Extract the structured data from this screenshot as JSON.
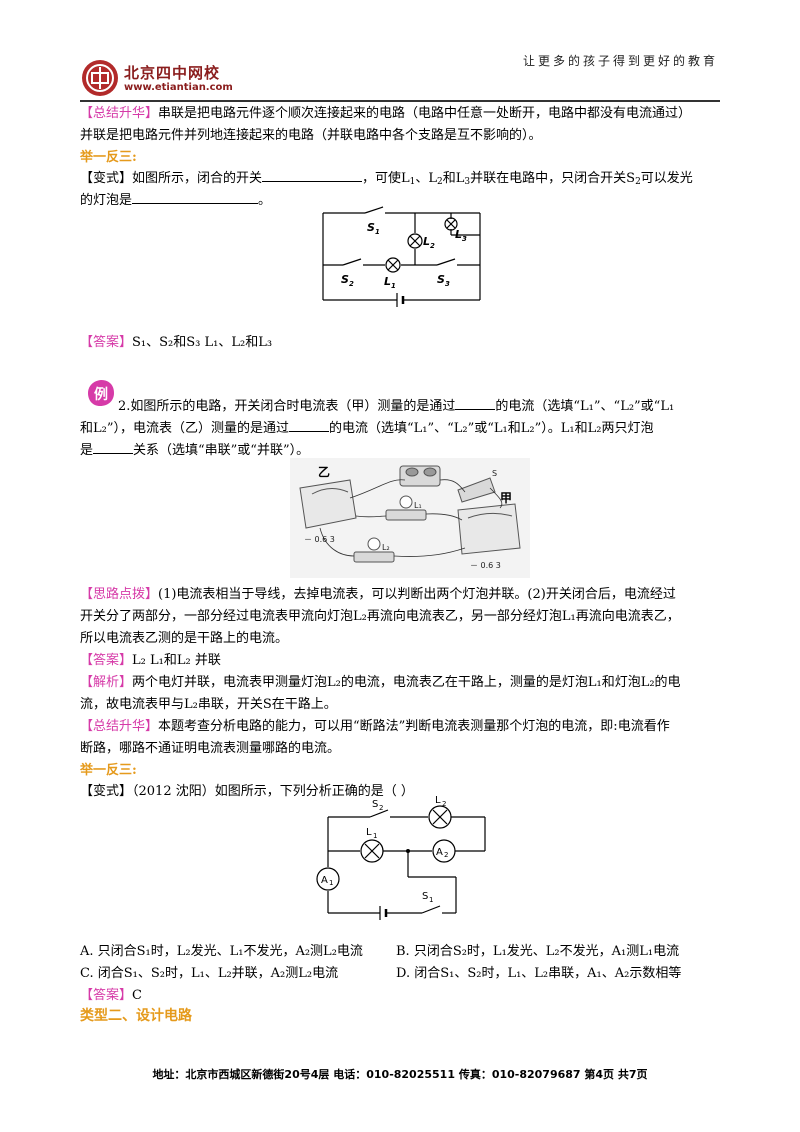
{
  "header": {
    "logo_text": "北京四中网校",
    "logo_url": "www.etiantian.com",
    "slogan": "让更多的孩子得到更好的教育"
  },
  "summary1": {
    "tag": "【总结升华】",
    "line1": "串联是把电路元件逐个顺次连接起来的电路（电路中任意一处断开，电路中都没有电流通过）",
    "line2": "并联是把电路元件并列地连接起来的电路（并联电路中各个支路是互不影响的）。"
  },
  "practice1": {
    "heading": "举一反三:",
    "tag": "【变式】",
    "q_part1": "如图所示，闭合的开关",
    "q_part2": "，可使L",
    "q_part3": "、L",
    "q_part4": "和L",
    "q_part5": "并联在电路中，只闭合开关S",
    "q_part6": "可以发光",
    "q_line2": "的灯泡是",
    "q_end": "。",
    "sub1": "1",
    "sub2": "2",
    "sub3": "3",
    "circuit": {
      "s1": "S",
      "s2": "S",
      "s3": "S",
      "l1": "L",
      "l2": "L",
      "l3": "L",
      "n1": "1",
      "n2": "2",
      "n3": "3"
    },
    "answer_tag": "【答案】",
    "answer_text": "S₁、S₂和S₃  L₁、L₂和L₃"
  },
  "example2": {
    "badge": "例",
    "line1": "2.如图所示的电路，开关闭合时电流表（甲）测量的是通过",
    "line1b": "的电流（选填“L₁”、“L₂”或“L₁",
    "line2a": "和L₂”），电流表（乙）测量的是通过",
    "line2b": "的电流（选填“L₁”、“L₂”或“L₁和L₂”）。L₁和L₂两只灯泡",
    "line3a": "是",
    "line3b": "关系（选填“串联”或“并联”）。",
    "photo": {
      "yi": "乙",
      "jia": "甲",
      "scale_left": "－ 0.6 3",
      "scale_right": "－ 0.6 3",
      "s": "S",
      "l1": "L₁",
      "l2": "L₂"
    },
    "hint_tag": "【思路点拨】",
    "hint1": "(1)电流表相当于导线，去掉电流表，可以判断出两个灯泡并联。(2)开关闭合后，电流经过",
    "hint2": "开关分了两部分，一部分经过电流表甲流向灯泡L₂再流向电流表乙，另一部分经灯泡L₁再流向电流表乙，",
    "hint3": "所以电流表乙测的是干路上的电流。",
    "answer_tag": "【答案】",
    "answer_text": "L₂  L₁和L₂ 并联",
    "analysis_tag": "【解析】",
    "analysis1": "两个电灯并联，电流表甲测量灯泡L₂的电流，电流表乙在干路上，测量的是灯泡L₁和灯泡L₂的电",
    "analysis2": "流，故电流表甲与L₂串联，开关S在干路上。",
    "summary_tag": "【总结升华】",
    "summary1": "本题考查分析电路的能力，可以用“断路法”判断电流表测量那个灯泡的电流，即:电流看作",
    "summary2": "断路，哪路不通证明电流表测量哪路的电流。"
  },
  "practice2": {
    "heading": "举一反三:",
    "tag": "【变式】",
    "question": "（2012 沈阳）如图所示，下列分析正确的是（      ）",
    "circuit": {
      "s1": "S",
      "s2": "S",
      "l1": "L",
      "l2": "L",
      "a1": "A",
      "a2": "A",
      "n1": "1",
      "n2": "2"
    },
    "opt_a": "A. 只闭合S₁时，L₂发光、L₁不发光，A₂测L₂电流",
    "opt_b": "B. 只闭合S₂时，L₁发光、L₂不发光，A₁测L₁电流",
    "opt_c": "C. 闭合S₁、S₂时，L₁、L₂并联，A₂测L₂电流",
    "opt_d": "D. 闭合S₁、S₂时，L₁、L₂串联，A₁、A₂示数相等",
    "answer_tag": "【答案】",
    "answer_text": "C"
  },
  "section": {
    "title": "类型二、设计电路"
  },
  "footer": {
    "text": "地址：北京市西城区新德街20号4层  电话：010-82025511  传真：010-82079687   第4页  共7页"
  },
  "colors": {
    "tag": "#d63aa8",
    "heading": "#e59a1c",
    "brand": "#8a1d1d"
  }
}
